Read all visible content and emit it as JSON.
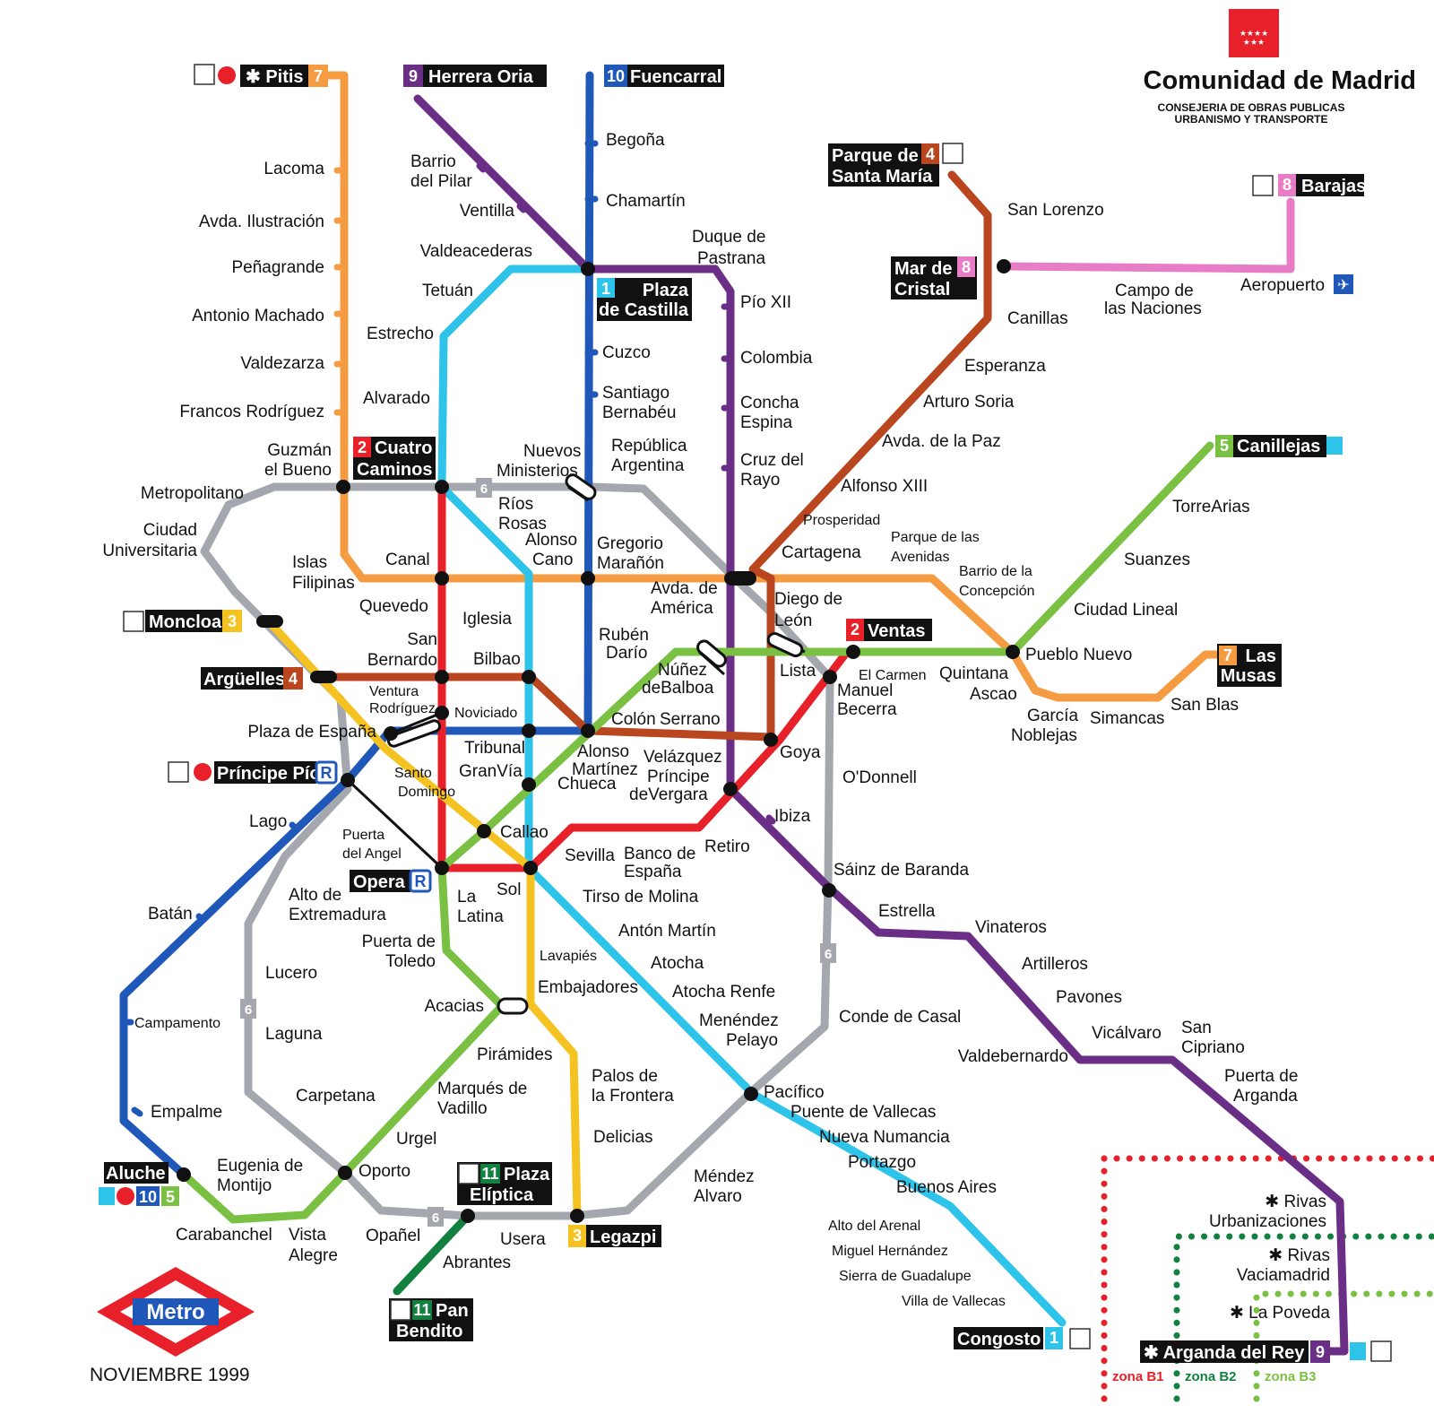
{
  "header": {
    "org_title": "Comunidad de Madrid",
    "org_subtitle_1": "CONSEJERIA DE OBRAS PUBLICAS",
    "org_subtitle_2": "URBANISMO Y TRANSPORTE"
  },
  "footer": {
    "logo_text": "Metro",
    "date": "NOVIEMBRE 1999"
  },
  "zones": {
    "b1": "zona B1",
    "b2": "zona B2",
    "b3": "zona B3"
  },
  "colors": {
    "line1": "#2ec4ea",
    "line2": "#e8202a",
    "line3": "#f4c321",
    "line4": "#b9461e",
    "line5": "#7ac143",
    "line6": "#a5a7ae",
    "line7": "#f59b42",
    "line8": "#e97cc6",
    "line9": "#6a2e87",
    "line10": "#1f58b8",
    "line11": "#12813f",
    "zoneB1": "#e8202a",
    "zoneB2": "#12813f",
    "zoneB3": "#7ac143",
    "madrid_red": "#e8202a"
  },
  "terminals": {
    "pitis": "✱ Pitis",
    "pitis_num": "7",
    "herrera_oria": "Herrera Oria",
    "herrera_num": "9",
    "fuencarral": "Fuencarral",
    "fuencarral_num": "10",
    "plaza_castilla_1": "Plaza",
    "plaza_castilla_2": "de Castilla",
    "plaza_castilla_num": "1",
    "cuatro_caminos_1": "Cuatro",
    "cuatro_caminos_2": "Caminos",
    "cuatro_caminos_num": "2",
    "parque_sm_1": "Parque de",
    "parque_sm_2": "Santa María",
    "parque_sm_num": "4",
    "barajas": "Barajas",
    "barajas_num": "8",
    "mar_cristal_1": "Mar de",
    "mar_cristal_2": "Cristal",
    "mar_cristal_num": "8",
    "canillejas": "Canillejas",
    "canillejas_num": "5",
    "moncloa": "Moncloa",
    "moncloa_num": "3",
    "arguelles": "Argüelles",
    "arguelles_num": "4",
    "ventas": "Ventas",
    "ventas_num": "2",
    "las_musas_1": "Las",
    "las_musas_2": "Musas",
    "las_musas_num": "7",
    "principe_pio": "Príncipe Pío",
    "principe_pio_r": "R",
    "opera": "Opera",
    "opera_r": "R",
    "aluche": "Aluche",
    "aluche_num1": "10",
    "aluche_num2": "5",
    "plaza_eliptica_1": "Plaza",
    "plaza_eliptica_2": "Elíptica",
    "plaza_eliptica_num": "11",
    "legazpi": "Legazpi",
    "legazpi_num": "3",
    "pan_bendito_1": "Pan",
    "pan_bendito_2": "Bendito",
    "pan_bendito_num": "11",
    "congosto": "Congosto",
    "congosto_num": "1",
    "arganda_rey": "✱ Arganda del Rey",
    "arganda_num": "9"
  },
  "stations": {
    "lacoma": "Lacoma",
    "avda_ilustracion": "Avda. Ilustración",
    "penagrande": "Peñagrande",
    "antonio_machado": "Antonio Machado",
    "valdezarza": "Valdezarza",
    "francos_rodriguez": "Francos Rodríguez",
    "guzman_1": "Guzmán",
    "guzman_2": "el Bueno",
    "metropolitano": "Metropolitano",
    "ciudad_univ_1": "Ciudad",
    "ciudad_univ_2": "Universitaria",
    "islas_fil_1": "Islas",
    "islas_fil_2": "Filipinas",
    "canal": "Canal",
    "quevedo": "Quevedo",
    "san_bernardo_1": "San",
    "san_bernardo_2": "Bernardo",
    "ventura_1": "Ventura",
    "ventura_2": "Rodríguez",
    "noviciado": "Noviciado",
    "plaza_espana": "Plaza de España",
    "santo_dom_1": "Santo",
    "santo_dom_2": "Domingo",
    "lago": "Lago",
    "puerta_angel_1": "Puerta",
    "puerta_angel_2": "del Angel",
    "alto_extrem_1": "Alto de",
    "alto_extrem_2": "Extremadura",
    "batan": "Batán",
    "lucero": "Lucero",
    "campamento": "Campamento",
    "laguna": "Laguna",
    "empalme": "Empalme",
    "carpetana": "Carpetana",
    "eugenia_1": "Eugenia de",
    "eugenia_2": "Montijo",
    "carabanchel": "Carabanchel",
    "vista_alegre_1": "Vista",
    "vista_alegre_2": "Alegre",
    "oporto": "Oporto",
    "opanel": "Opañel",
    "usera": "Usera",
    "abrantes": "Abrantes",
    "urgel": "Urgel",
    "marques_vadillo_1": "Marqués de",
    "marques_vadillo_2": "Vadillo",
    "piramides": "Pirámides",
    "acacias": "Acacias",
    "embajadores": "Embajadores",
    "lavapies": "Lavapiés",
    "puerta_toledo_1": "Puerta de",
    "puerta_toledo_2": "Toledo",
    "la_latina_1": "La",
    "la_latina_2": "Latina",
    "sol": "Sol",
    "callao": "Callao",
    "gran_via": "GranVía",
    "tribunal": "Tribunal",
    "bilbao": "Bilbao",
    "iglesia": "Iglesia",
    "rios_rosas_1": "Ríos",
    "rios_rosas_2": "Rosas",
    "alonso_cano_1": "Alonso",
    "alonso_cano_2": "Cano",
    "nuevos_min_1": "Nuevos",
    "nuevos_min_2": "Ministerios",
    "estrecho": "Estrecho",
    "alvarado": "Alvarado",
    "tetuan": "Tetuán",
    "valdeacederas": "Valdeacederas",
    "ventilla": "Ventilla",
    "barrio_pilar_1": "Barrio",
    "barrio_pilar_2": "del Pilar",
    "begona": "Begoña",
    "chamartin": "Chamartín",
    "duque_1": "Duque de",
    "duque_2": "Pastrana",
    "pio_xii": "Pío XII",
    "colombia": "Colombia",
    "concha_1": "Concha",
    "concha_2": "Espina",
    "cruz_rayo_1": "Cruz del",
    "cruz_rayo_2": "Rayo",
    "cuzco": "Cuzco",
    "santiago_1": "Santiago",
    "santiago_2": "Bernabéu",
    "republica_1": "República",
    "republica_2": "Argentina",
    "gregorio_1": "Gregorio",
    "gregorio_2": "Marañón",
    "avda_america_1": "Avda. de",
    "avda_america_2": "América",
    "ruben_1": "Rubén",
    "ruben_2": "Darío",
    "nunez_1": "Núñez",
    "nunez_2": "deBalboa",
    "colon": "Colón",
    "serrano": "Serrano",
    "alonso_mart_1": "Alonso",
    "alonso_mart_2": "Martínez",
    "chueca": "Chueca",
    "velazquez": "Velázquez",
    "principe_verg_1": "Príncipe",
    "principe_verg_2": "deVergara",
    "sevilla": "Sevilla",
    "banco_1": "Banco de",
    "banco_2": "España",
    "retiro": "Retiro",
    "tirso": "Tirso de Molina",
    "anton_martin": "Antón Martín",
    "atocha": "Atocha",
    "atocha_renfe": "Atocha Renfe",
    "menendez_1": "Menéndez",
    "menendez_2": "Pelayo",
    "palos_1": "Palos de",
    "palos_2": "la Frontera",
    "delicias": "Delicias",
    "pacifico": "Pacífico",
    "puente_vallecas": "Puente de Vallecas",
    "nueva_numancia": "Nueva Numancia",
    "portazgo": "Portazgo",
    "buenos_aires": "Buenos Aires",
    "alto_arenal": "Alto del Arenal",
    "miguel_hernandez": "Miguel Hernández",
    "sierra_guadalupe": "Sierra de Guadalupe",
    "villa_vallecas": "Villa de Vallecas",
    "mendez_alvaro_1": "Méndez",
    "mendez_alvaro_2": "Alvaro",
    "conde_casal": "Conde de Casal",
    "sainz_baranda": "Sáinz de Baranda",
    "odonnell": "O'Donnell",
    "ibiza": "Ibiza",
    "goya": "Goya",
    "lista": "Lista",
    "manuel_becerra_1": "Manuel",
    "manuel_becerra_2": "Becerra",
    "diego_leon_1": "Diego de",
    "diego_leon_2": "León",
    "el_carmen": "El Carmen",
    "quintana": "Quintana",
    "ascao": "Ascao",
    "garcia_noblejas_1": "García",
    "garcia_noblejas_2": "Noblejas",
    "simancas": "Simancas",
    "san_blas": "San Blas",
    "pueblo_nuevo": "Pueblo Nuevo",
    "ciudad_lineal": "Ciudad Lineal",
    "suanzes": "Suanzes",
    "torre_arias": "TorreArias",
    "cartagena": "Cartagena",
    "parque_avenidas_1": "Parque de las",
    "parque_avenidas_2": "Avenidas",
    "barrio_concepcion_1": "Barrio de la",
    "barrio_concepcion_2": "Concepción",
    "prosperidad": "Prosperidad",
    "alfonso_xiii": "Alfonso XIII",
    "avda_paz": "Avda. de la Paz",
    "arturo_soria": "Arturo Soria",
    "esperanza": "Esperanza",
    "canillas": "Canillas",
    "san_lorenzo": "San Lorenzo",
    "campo_naciones_1": "Campo de",
    "campo_naciones_2": "las Naciones",
    "aeropuerto": "Aeropuerto",
    "estrella": "Estrella",
    "vinateros": "Vinateros",
    "artilleros": "Artilleros",
    "pavones": "Pavones",
    "valdebernardo": "Valdebernardo",
    "vicalvaro": "Vicálvaro",
    "san_cipriano_1": "San",
    "san_cipriano_2": "Cipriano",
    "puerta_arganda_1": "Puerta de",
    "puerta_arganda_2": "Arganda",
    "rivas_urb_1": "✱ Rivas",
    "rivas_urb_2": "Urbanizaciones",
    "rivas_vac_1": "✱ Rivas",
    "rivas_vac_2": "Vaciamadrid",
    "la_poveda": "✱ La Poveda"
  }
}
